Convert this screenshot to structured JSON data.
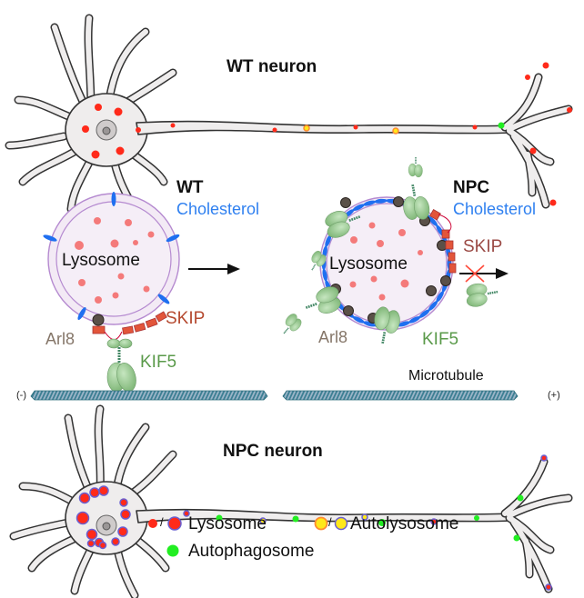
{
  "figure": {
    "wt_neuron_title": "WT neuron",
    "npc_neuron_title": "NPC neuron",
    "wt_panel": {
      "condition": "WT",
      "cholesterol_label": "Cholesterol",
      "organelle_label": "Lysosome",
      "skip_label": "SKIP",
      "arl8_label": "Arl8",
      "kif5_label": "KIF5",
      "transport": "anterograde arrow (active)"
    },
    "npc_panel": {
      "condition": "NPC",
      "cholesterol_label": "Cholesterol",
      "organelle_label": "Lysosome",
      "skip_label": "SKIP",
      "arl8_label": "Arl8",
      "kif5_label": "KIF5",
      "transport": "anterograde arrow blocked (red X)"
    },
    "microtubule_label": "Microtubule",
    "minus_end": "(-)",
    "plus_end": "(+)",
    "legend": {
      "separator": "/",
      "lysosome": "Lysosome",
      "autolysosome": "Autolysosome",
      "autophagosome": "Autophagosome"
    },
    "colors": {
      "lysosome": "#ff2a1a",
      "lysosome_npc_ring": "#6a5fd0",
      "autolysosome": "#ffe81a",
      "autolysosome_wt_ring": "#ff8a30",
      "autophagosome": "#22ee22",
      "cholesterol": "#2f80f0",
      "skip": "#e2553a",
      "arl8": "#5a5048",
      "kif5": "#8fc88a",
      "membrane": "#b58ad0",
      "microtubule": "#3a8fa0"
    },
    "icons": {
      "transport_arrow": "arrow-right-icon",
      "blocked": "cross-x-icon"
    }
  }
}
